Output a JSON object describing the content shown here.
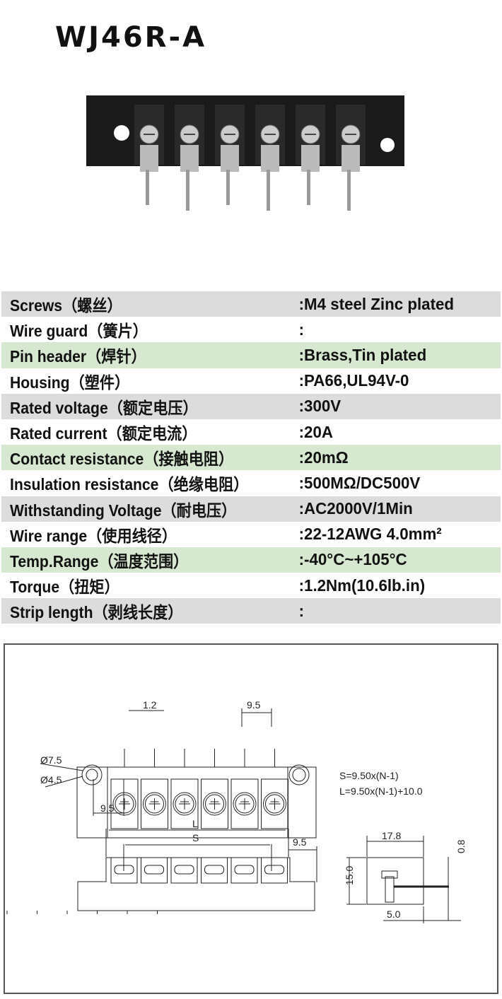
{
  "title": "WJ46R-A",
  "specs": [
    {
      "label": "Screws（螺丝）",
      "value": ":M4 steel Zinc plated",
      "bg": "gray"
    },
    {
      "label": "Wire guard（簧片）",
      "value": ":",
      "bg": "white"
    },
    {
      "label": "Pin header（焊针）",
      "value": ":Brass,Tin plated",
      "bg": "green"
    },
    {
      "label": "Housing（塑件）",
      "value": ":PA66,UL94V-0",
      "bg": "white"
    },
    {
      "label": "Rated voltage（额定电压）",
      "value": ":300V",
      "bg": "gray"
    },
    {
      "label": "Rated current（额定电流）",
      "value": ":20A",
      "bg": "white"
    },
    {
      "label": "Contact resistance（接触电阻）",
      "value": ":20mΩ",
      "bg": "green"
    },
    {
      "label": "Insulation resistance（绝缘电阻）",
      "value": ":500MΩ/DC500V",
      "bg": "white"
    },
    {
      "label": "Withstanding Voltage（耐电压）",
      "value": ":AC2000V/1Min",
      "bg": "gray"
    },
    {
      "label": "Wire range（使用线径）",
      "value": ":22-12AWG 4.0mm²",
      "bg": "white"
    },
    {
      "label": "Temp.Range（温度范围）",
      "value": ":-40°C~+105°C",
      "bg": "green"
    },
    {
      "label": "Torque（扭矩）",
      "value": ":1.2Nm(10.6lb.in)",
      "bg": "white"
    },
    {
      "label": "Strip length（剥线长度）",
      "value": ":",
      "bg": "gray"
    }
  ],
  "drawing": {
    "pin_width": "1.2",
    "pitch_top": "9.5",
    "hole_outer": "Ø7.5",
    "hole_inner": "Ø4.5",
    "pitch_left": "9.5",
    "formula_s": "S=9.50x(N-1)",
    "formula_l": "L=9.50x(N-1)+10.0",
    "dim_l": "L",
    "dim_s": "S",
    "pitch_right": "9.5",
    "depth": "17.8",
    "height": "15.0",
    "thickness": "0.8",
    "offset": "5.0"
  }
}
